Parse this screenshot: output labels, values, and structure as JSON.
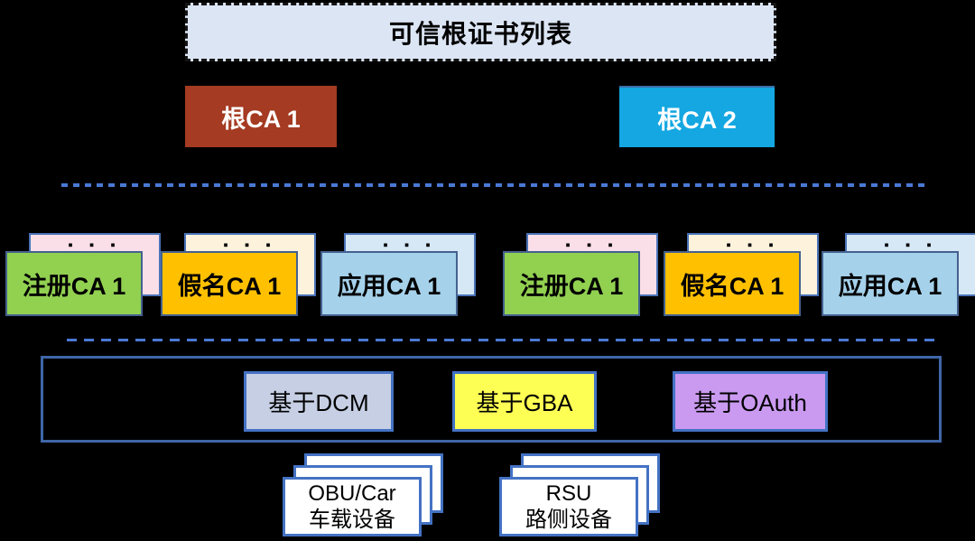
{
  "title_box": {
    "label": "可信根证书列表"
  },
  "root_cas": [
    {
      "label": "根CA 1",
      "color": "#a43b22"
    },
    {
      "label": "根CA 2",
      "color": "#14a7e2"
    }
  ],
  "more_dots": "▪ ▪ ▪",
  "ca_groups": [
    {
      "label": "注册CA 1",
      "type": "registration",
      "front_color": "#92d050",
      "back_color": "#fbdfe8"
    },
    {
      "label": "假名CA 1",
      "type": "pseudonym",
      "front_color": "#ffc000",
      "back_color": "#fdf3dd"
    },
    {
      "label": "应用CA 1",
      "type": "application",
      "front_color": "#a5d1ea",
      "back_color": "#d6e8f6"
    },
    {
      "label": "注册CA 1",
      "type": "registration",
      "front_color": "#92d050",
      "back_color": "#fbdfe8"
    },
    {
      "label": "假名CA 1",
      "type": "pseudonym",
      "front_color": "#ffc000",
      "back_color": "#fdf3dd"
    },
    {
      "label": "应用CA 1",
      "type": "application",
      "front_color": "#a5d1ea",
      "back_color": "#d6e8f6"
    }
  ],
  "auth_section": {
    "methods": [
      {
        "label": "基于DCM",
        "color": "#c6cfe4"
      },
      {
        "label": "基于GBA",
        "color": "#feff54"
      },
      {
        "label": "基于OAuth",
        "color": "#ca9af0"
      }
    ]
  },
  "devices": [
    {
      "line1": "OBU/Car",
      "line2": "车载设备"
    },
    {
      "line1": "RSU",
      "line2": "路侧设备"
    }
  ],
  "colors": {
    "background": "#000000",
    "title_box_fill": "#dce5f4",
    "separator_dashed_blue": "#4a79d4",
    "container_border": "#3f66a8",
    "card_front_border": "#44618f",
    "card_back_border": "#4a72b8",
    "device_fill": "#ffffff"
  }
}
